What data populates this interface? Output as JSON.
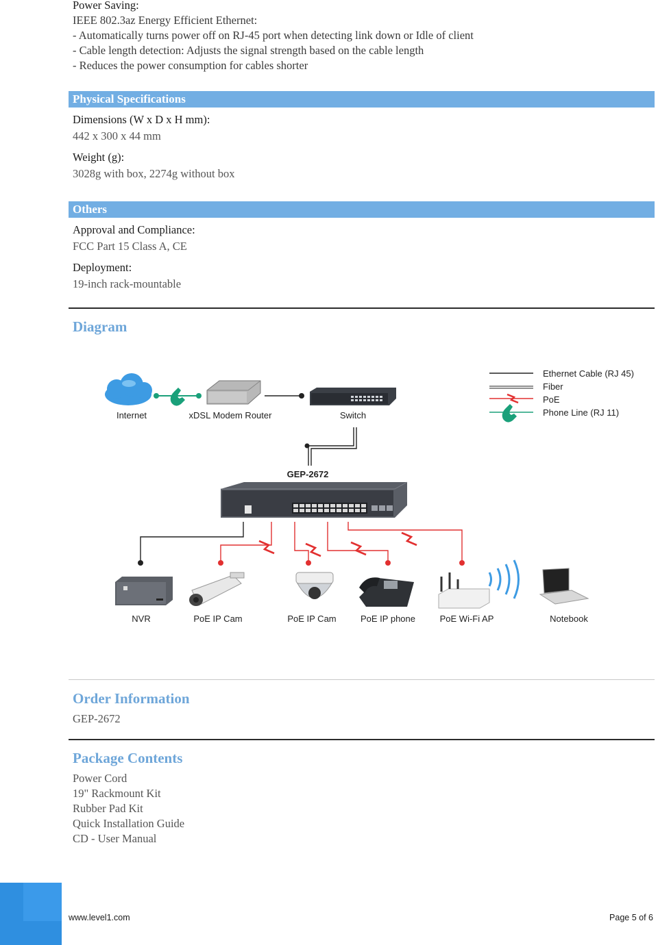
{
  "power_saving": {
    "label": "Power Saving:",
    "lines": [
      "IEEE 802.3az Energy Efficient Ethernet:",
      "- Automatically turns power off on RJ-45 port when detecting link down or Idle of client",
      "- Cable length detection:  Adjusts the signal strength based on the cable length",
      "- Reduces the power consumption for cables shorter"
    ]
  },
  "physical": {
    "title": "Physical Specifications",
    "dimensions_label": "Dimensions (W x D x H mm):",
    "dimensions_value": "442 x 300 x 44 mm",
    "weight_label": "Weight (g):",
    "weight_value": "3028g with box, 2274g without box"
  },
  "others": {
    "title": "Others",
    "approval_label": "Approval and Compliance:",
    "approval_value": "FCC Part 15 Class A, CE",
    "deployment_label": "Deployment:",
    "deployment_value": "19-inch rack-mountable"
  },
  "diagram": {
    "title": "Diagram",
    "top_devices": [
      "Internet",
      "xDSL Modem Router",
      "Switch"
    ],
    "main_device": "GEP-2672",
    "legend": [
      "Ethernet Cable (RJ 45)",
      "Fiber",
      "PoE",
      "Phone Line (RJ 11)"
    ],
    "bottom_devices": [
      "NVR",
      "PoE IP Cam",
      "PoE IP Cam",
      "PoE IP phone",
      "PoE Wi-Fi AP",
      "Notebook"
    ],
    "colors": {
      "ethernet": "#222222",
      "poe": "#e23030",
      "phone": "#1aa07a",
      "cloud": "#3d9be3"
    }
  },
  "order": {
    "title": "Order Information",
    "value": "GEP-2672"
  },
  "package": {
    "title": "Package Contents",
    "items": [
      "Power Cord",
      "19\" Rackmount Kit",
      "Rubber Pad Kit",
      "Quick Installation Guide",
      "CD - User Manual"
    ]
  },
  "footer": {
    "url": "www.level1.com",
    "page": "Page 5 of 6",
    "accent": "#2f8fe0"
  }
}
